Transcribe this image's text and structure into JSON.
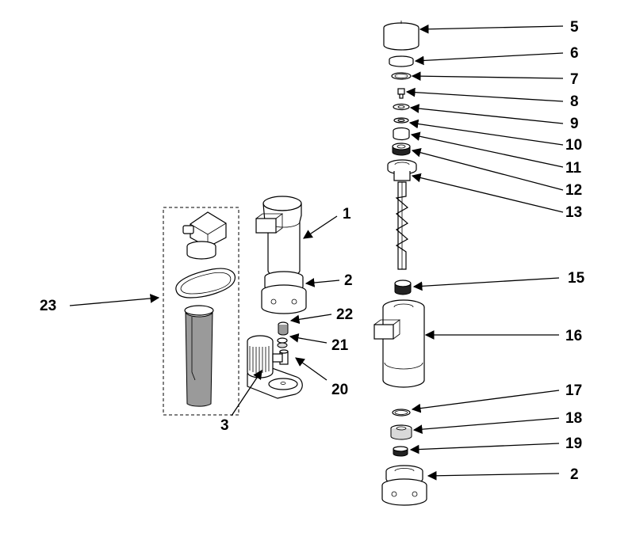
{
  "callouts": {
    "c1": "1",
    "c2_left": "2",
    "c3": "3",
    "c5": "5",
    "c6": "6",
    "c7": "7",
    "c8": "8",
    "c9": "9",
    "c10": "10",
    "c11": "11",
    "c12": "12",
    "c13": "13",
    "c15": "15",
    "c16": "16",
    "c17": "17",
    "c18": "18",
    "c19": "19",
    "c2_right": "2",
    "c20": "20",
    "c21": "21",
    "c22": "22",
    "c23": "23"
  },
  "colors": {
    "line": "#000000",
    "background": "#ffffff",
    "shade": "#d9d9d9",
    "sleeve_gray": "#9a9a9a"
  }
}
